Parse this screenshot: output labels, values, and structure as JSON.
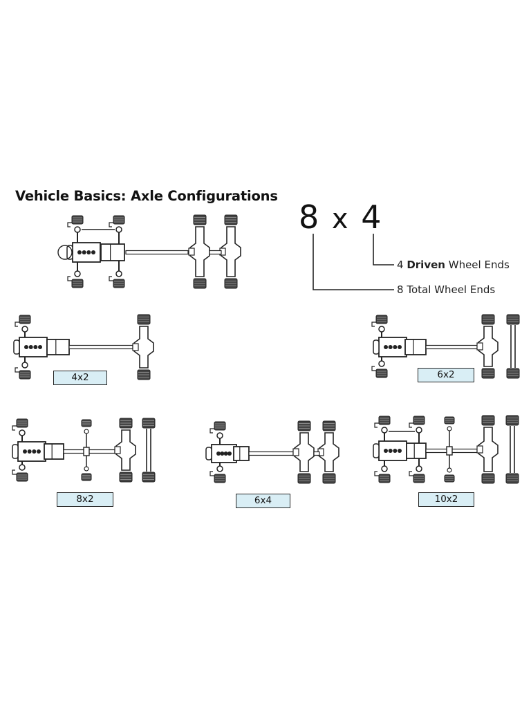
{
  "title": "Vehicle Basics: Axle Configurations",
  "example": {
    "total": "8",
    "separator": "x",
    "driven": "4",
    "callout_driven": {
      "count": "4",
      "word": "Driven",
      "rest": "Wheel Ends"
    },
    "callout_total": {
      "count": "8",
      "rest": "Total Wheel Ends"
    }
  },
  "configurations": [
    "4x2",
    "6x2",
    "8x2",
    "6x4",
    "10x2"
  ],
  "colors": {
    "ink": "#222222",
    "tire": "#444444",
    "label_fill": "#d9eef5"
  }
}
